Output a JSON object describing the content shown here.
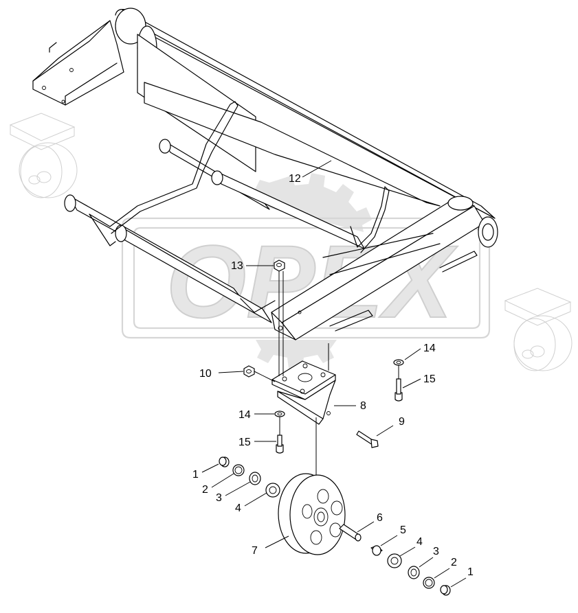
{
  "watermark": {
    "text": "OPEX"
  },
  "callouts": [
    {
      "id": "c12",
      "text": "12"
    },
    {
      "id": "c13",
      "text": "13"
    },
    {
      "id": "c10",
      "text": "10"
    },
    {
      "id": "c14a",
      "text": "14"
    },
    {
      "id": "c15a",
      "text": "15"
    },
    {
      "id": "c14b",
      "text": "14"
    },
    {
      "id": "c15b",
      "text": "15"
    },
    {
      "id": "c8",
      "text": "8"
    },
    {
      "id": "c9",
      "text": "9"
    },
    {
      "id": "c1a",
      "text": "1"
    },
    {
      "id": "c2a",
      "text": "2"
    },
    {
      "id": "c3a",
      "text": "3"
    },
    {
      "id": "c4a",
      "text": "4"
    },
    {
      "id": "c6",
      "text": "6"
    },
    {
      "id": "c5",
      "text": "5"
    },
    {
      "id": "c4b",
      "text": "4"
    },
    {
      "id": "c3b",
      "text": "3"
    },
    {
      "id": "c2b",
      "text": "2"
    },
    {
      "id": "c1b",
      "text": "1"
    },
    {
      "id": "c7",
      "text": "7"
    }
  ]
}
